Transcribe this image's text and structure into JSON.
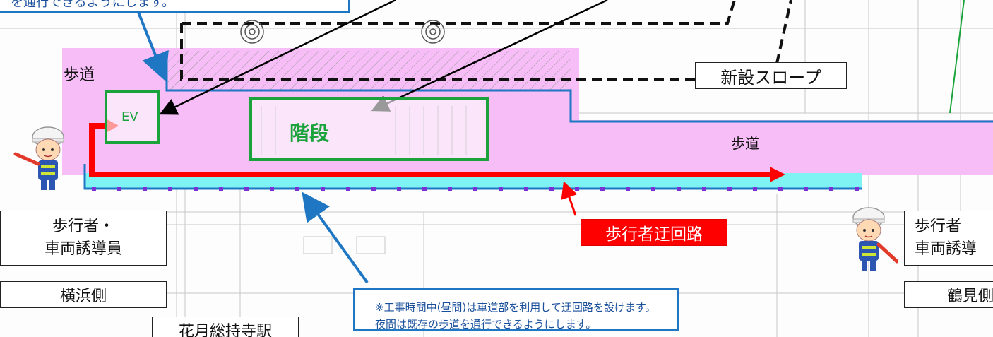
{
  "colors": {
    "sidewalk": "#f6bdf6",
    "detour": "#ff0000",
    "blue_line": "#1f77c4",
    "green_box": "#1aa33b",
    "cyan_band": "#7ff3f3"
  },
  "labels": {
    "sidewalk_left": "歩道",
    "sidewalk_right": "歩道",
    "ev": "EV",
    "stairs": "階段",
    "new_slope": "新設スロープ",
    "detour_route": "歩行者迂回路",
    "guard_left": "歩行者・\n車両誘導員",
    "guard_right": "歩行者\n車両誘導",
    "yokohama_side": "横浜側",
    "tsurumi_side": "鶴見側",
    "station": "花月総持寺駅",
    "top_callout_fragment": "を通行できるようにします。"
  },
  "note": {
    "line1": "※工事時間中(昼間)は車道部を利用して迂回路を設けます。",
    "line2": "夜間は既存の歩道を通行できるようにします。"
  },
  "icons": {
    "worker_left": "traffic-guard-worker-icon",
    "worker_right": "traffic-guard-worker-icon"
  }
}
